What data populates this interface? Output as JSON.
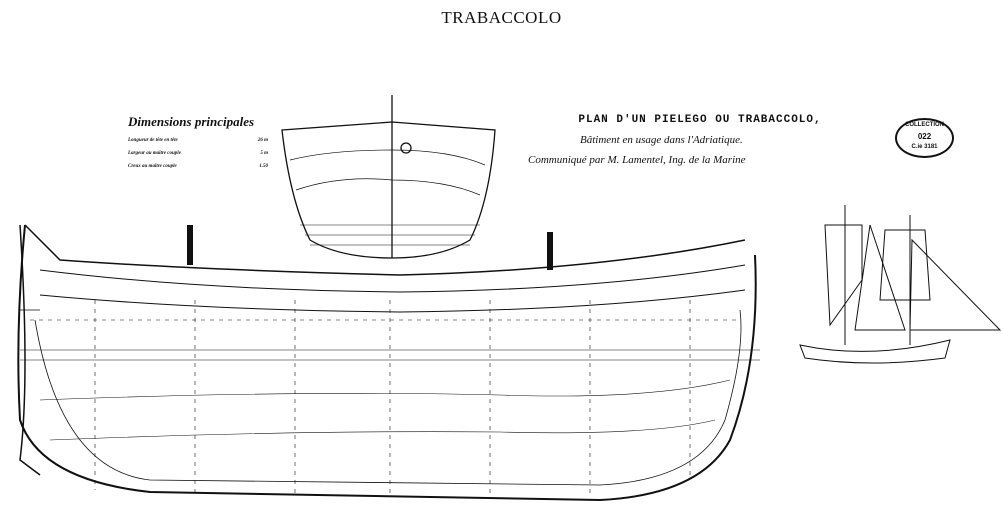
{
  "title": "TRABACCOLO",
  "dimensions": {
    "heading": "Dimensions principales",
    "rows": [
      {
        "label": "Longueur de tête en tête",
        "value": "26 m"
      },
      {
        "label": "Largeur au maître couple",
        "value": "5 m"
      },
      {
        "label": "Creux au maître couple",
        "value": "1.50"
      }
    ]
  },
  "plan": {
    "heading": "PLAN D'UN PIELEGO OU TRABACCOLO,",
    "subtitle": "Bâtiment en usage dans l'Adriatique.",
    "credit": "Communiqué par M. Lamentel, Ing. de la Marine"
  },
  "stamp": {
    "top": "COLLECTION",
    "number": "022",
    "bottom": "C.ie 3181"
  }
}
